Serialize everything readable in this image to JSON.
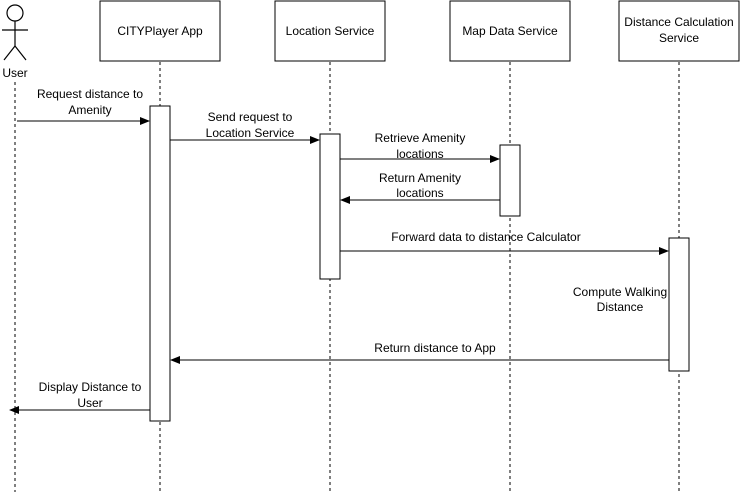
{
  "actor": {
    "label": "User"
  },
  "participants": [
    {
      "label": [
        "CITYPlayer App"
      ]
    },
    {
      "label": [
        "Location Service"
      ]
    },
    {
      "label": [
        "Map Data Service"
      ]
    },
    {
      "label": [
        "Distance Calculation",
        "Service"
      ]
    }
  ],
  "messages": [
    {
      "from": "User",
      "to": "CITYPlayer App",
      "label": [
        "Request distance to",
        "Amenity"
      ]
    },
    {
      "from": "CITYPlayer App",
      "to": "Location Service",
      "label": [
        "Send request to",
        "Location Service"
      ]
    },
    {
      "from": "Location Service",
      "to": "Map Data Service",
      "label": [
        "Retrieve Amenity",
        "locations"
      ]
    },
    {
      "from": "Map Data Service",
      "to": "Location Service",
      "label": [
        "Return Amenity",
        "locations"
      ]
    },
    {
      "from": "Location Service",
      "to": "Distance Calculation Service",
      "label": [
        "Forward data to distance Calculator"
      ]
    },
    {
      "from": "Distance Calculation Service",
      "to": "CITYPlayer App",
      "label": [
        "Return distance to App"
      ]
    },
    {
      "from": "CITYPlayer App",
      "to": "User",
      "label": [
        "Display Distance to",
        "User"
      ]
    }
  ],
  "notes": [
    {
      "owner": "Distance Calculation Service",
      "label": [
        "Compute Walking",
        "Distance"
      ]
    }
  ]
}
